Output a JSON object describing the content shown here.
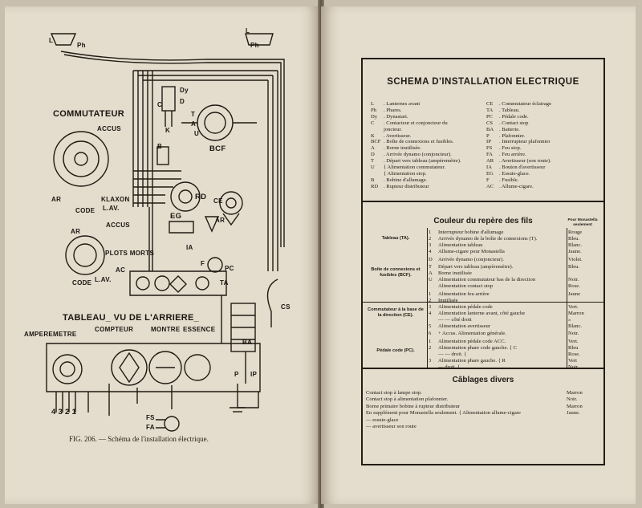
{
  "left_page": {
    "labels": {
      "commutateur": "COMMUTATEUR",
      "accus_top": "ACCUS",
      "ar": "AR",
      "code_top": "CODE",
      "klaxon": "KLAXON",
      "lav_top": "L.AV.",
      "accus_mid": "ACCUS",
      "ar_mid": "AR",
      "plots_morts": "PLOTS MORTS",
      "code_bot": "CODE",
      "lav_bot": "L.AV.",
      "tableau": "TABLEAU_ VU DE L'ARRIERE_",
      "amperemetre": "AMPEREMETRE",
      "compteur": "COMPTEUR",
      "montre": "MONTRE",
      "essence": "ESSENCE",
      "nums": "4 3 2 1",
      "ph_left": "Ph",
      "ph_right": "Ph",
      "l_left": "L",
      "l_right": "L",
      "dy": "Dy",
      "d": "D",
      "c": "C",
      "t": "T",
      "a": "A",
      "u": "U",
      "k": "K",
      "bcf": "BCF",
      "b": "B",
      "rd": "RD",
      "ce": "CE",
      "eg": "EG",
      "ar_r": "AR",
      "ia": "IA",
      "f": "F",
      "pc": "PC",
      "ac": "AC",
      "ta": "TA",
      "cs": "CS",
      "ba": "BA",
      "p": "P",
      "ip": "IP",
      "fs": "FS",
      "fa": "FA"
    },
    "caption": "FIG. 206. — Schéma de l'installation électrique."
  },
  "right_page": {
    "title": "SCHEMA D'INSTALLATION ELECTRIQUE",
    "legend_left": [
      {
        "code": "L",
        "text": ". Lanternes avant"
      },
      {
        "code": "Ph",
        "text": ". Phares."
      },
      {
        "code": "Dy",
        "text": ". Dynastart."
      },
      {
        "code": "C",
        "text": ". Contacteur et conjoncteur du"
      },
      {
        "code": "",
        "text": "  joncteur."
      },
      {
        "code": "K",
        "text": ". Avertisseur."
      },
      {
        "code": "BCF",
        "text": ". Boîte de connexions et fusibles."
      },
      {
        "code": "A",
        "text": ". Borne inutilisée."
      },
      {
        "code": "D",
        "text": ". Arrivée dynamo (conjoncteur)."
      },
      {
        "code": "T",
        "text": ". Départ vers tableau (ampèremètre)."
      },
      {
        "code": "U",
        "text": "{ Alimentation commutateur."
      },
      {
        "code": "",
        "text": "{ Alimentation stop."
      },
      {
        "code": "B",
        "text": ". Bobine d'allumage."
      },
      {
        "code": "RD",
        "text": ". Rupteur distributeur"
      }
    ],
    "legend_right": [
      {
        "code": "CE",
        "text": ". Commutateur éclairage"
      },
      {
        "code": "TA",
        "text": ". Tableau."
      },
      {
        "code": "PC",
        "text": ". Pédale code."
      },
      {
        "code": "CS",
        "text": ". Contact stop"
      },
      {
        "code": "BA",
        "text": ". Batterie."
      },
      {
        "code": "P",
        "text": ". Plafonnier."
      },
      {
        "code": "IP",
        "text": ". Interrupteur plafonnier"
      },
      {
        "code": "FS",
        "text": ". Feu stop."
      },
      {
        "code": "FA",
        "text": ". Feu arrière."
      },
      {
        "code": "AR",
        "text": ". Avertisseur (son route)."
      },
      {
        "code": "IA",
        "text": ". Bouton d'avertisseur"
      },
      {
        "code": "EG",
        "text": ". Essuie-glace."
      },
      {
        "code": "F",
        "text": ". Fusible."
      },
      {
        "code": "AC",
        "text": ". Allume-cigare."
      }
    ],
    "pour_note": "Pour Monastella seulement",
    "couleur_title": "Couleur du repère des fils",
    "groups": [
      {
        "label": "Tableau (TA).",
        "rows": [
          {
            "num": "1",
            "text": "Interrupteur bobine d'allumage",
            "color": "Rouge"
          },
          {
            "num": "2",
            "text": "Arrivée dynamo de la boîte de connexions (T).",
            "color": "Bleu."
          },
          {
            "num": "3",
            "text": "Alimentation tableau",
            "color": "Blanc."
          },
          {
            "num": "4",
            "text": "Allume-cigare pour Monastella",
            "color": "Jaune."
          }
        ]
      },
      {
        "label": "Boîte de connexions et fusibles (BCF).",
        "rows": [
          {
            "num": "D",
            "text": "Arrivée dynamo (conjoncteur).",
            "color": "Violet."
          },
          {
            "num": "T",
            "text": "Départ vers tableau (ampèremètre).",
            "color": "Bleu."
          },
          {
            "num": "A",
            "text": "Borne inutilisée",
            "color": ""
          },
          {
            "num": "U",
            "text": "Alimentation commutateur bas de la direction",
            "color": "Noir."
          },
          {
            "num": "",
            "text": "Alimentation contact stop",
            "color": "Rose."
          }
        ]
      },
      {
        "label": "Commutateur à la base de la direction (CE).",
        "rows": [
          {
            "num": "1",
            "text": "Alimentation feu arrière",
            "color": "Jaune"
          },
          {
            "num": "2",
            "text": "Inutilisée",
            "color": ""
          },
          {
            "num": "3",
            "text": "Alimentation pédale code",
            "color": "Vert."
          },
          {
            "num": "4",
            "text": "Alimentation lanterne avant, côté gauche",
            "color": "Marron"
          },
          {
            "num": "",
            "text": "— — côté droit",
            "color": "»"
          },
          {
            "num": "5",
            "text": "Alimentation avertisseur",
            "color": "Blanc."
          },
          {
            "num": "6",
            "text": "+ Accus. Alimentation générale.",
            "color": "Noir."
          }
        ]
      },
      {
        "label": "Pédale code (PC).",
        "rows": [
          {
            "num": "1",
            "text": "Alimentation pédale code ACC.",
            "color": "Vert."
          },
          {
            "num": "2",
            "text": "Alimentation phare code gauche. { C",
            "color": "Bleu"
          },
          {
            "num": "",
            "text": "— — droit. {",
            "color": "Rose."
          },
          {
            "num": "3",
            "text": "Alimentation phare gauche. { R",
            "color": "Vert"
          },
          {
            "num": "",
            "text": "— droit. {",
            "color": "Noir"
          }
        ]
      }
    ],
    "cablages_title": "Câblages divers",
    "cablages": [
      {
        "text": "Contact stop à lampe stop.",
        "color": "Marron"
      },
      {
        "text": "Contact stop à alimentation plafonnier.",
        "color": "Noir."
      },
      {
        "text": "Borne primaire bobine à rupteur distributeur",
        "color": "Marron"
      },
      {
        "text": "En supplément pour Monastella seulement. { Alimentation allume-cigare",
        "color": "Jaune."
      },
      {
        "text": "— essuie-glace",
        "color": ""
      },
      {
        "text": "— avertisseur son route",
        "color": ""
      }
    ]
  }
}
